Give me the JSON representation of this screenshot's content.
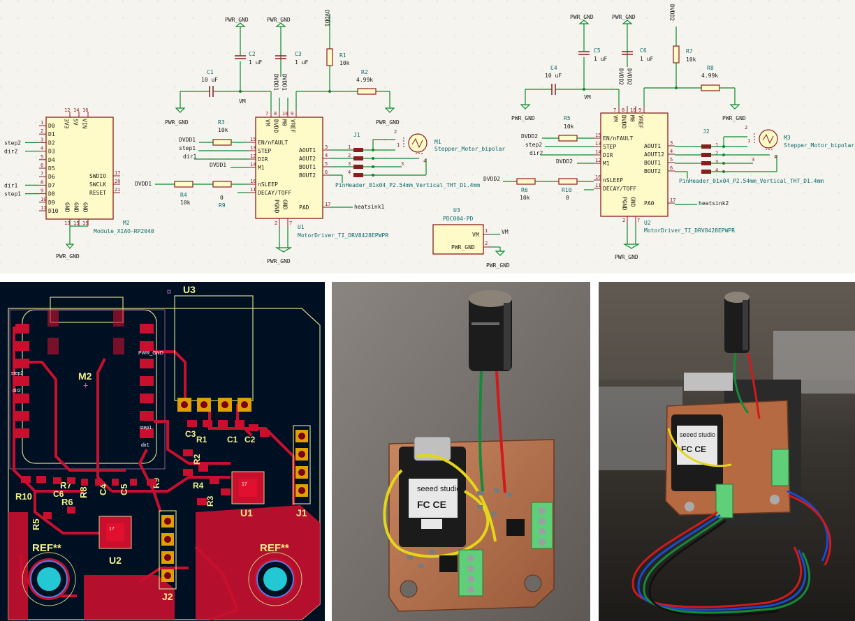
{
  "schematic": {
    "power": {
      "gnd": "PWR_GND",
      "dvdd1": "DVDD1",
      "dvdd2": "DVDD2",
      "vm": "VM"
    },
    "xiao": {
      "ref": "M2",
      "value": "Module_XIAO-RP2040",
      "left_pins": [
        {
          "num": "1",
          "name": "D0",
          "net": ""
        },
        {
          "num": "2",
          "name": "D1",
          "net": ""
        },
        {
          "num": "3",
          "name": "D2",
          "net": "step2"
        },
        {
          "num": "4",
          "name": "D3",
          "net": "dir2"
        },
        {
          "num": "5",
          "name": "D4",
          "net": ""
        },
        {
          "num": "6",
          "name": "D5",
          "net": ""
        },
        {
          "num": "7",
          "name": "D6",
          "net": ""
        },
        {
          "num": "8",
          "name": "D7",
          "net": "dir1"
        },
        {
          "num": "9",
          "name": "D8",
          "net": "step1"
        },
        {
          "num": "10",
          "name": "D9",
          "net": ""
        },
        {
          "num": "11",
          "name": "D10",
          "net": ""
        }
      ],
      "top_pins": [
        {
          "num": "12",
          "name": "3V3"
        },
        {
          "num": "14",
          "name": "5V"
        },
        {
          "num": "16",
          "name": "VIN"
        }
      ],
      "right_pins": [
        {
          "num": "17",
          "name": "SWDIO"
        },
        {
          "num": "20",
          "name": "SWCLK"
        },
        {
          "num": "21",
          "name": "RESET"
        }
      ],
      "bottom_pins": [
        {
          "num": "13",
          "name": "GND"
        },
        {
          "num": "15",
          "name": "GND"
        },
        {
          "num": "19",
          "name": "GND"
        }
      ]
    },
    "driver1": {
      "ref": "U1",
      "value": "MotorDriver_TI_DRV8428EPWPR",
      "left_pins": [
        {
          "num": "15",
          "name": "EN/nFAULT"
        },
        {
          "num": "13",
          "name": "STEP"
        },
        {
          "num": "12",
          "name": "DIR"
        },
        {
          "num": "14",
          "name": "M1"
        },
        {
          "num": "16",
          "name": "nSLEEP"
        },
        {
          "num": "11",
          "name": "DECAY/TOFF"
        }
      ],
      "top_pins": [
        {
          "num": "7",
          "name": "VM"
        },
        {
          "num": "8",
          "name": "DVDD"
        },
        {
          "num": "10",
          "name": "M0"
        },
        {
          "num": "9",
          "name": "VREF"
        }
      ],
      "right_pins": [
        {
          "num": "3",
          "name": "AOUT1"
        },
        {
          "num": "4",
          "name": "AOUT2"
        },
        {
          "num": "5",
          "name": "BOUT1"
        },
        {
          "num": "6",
          "name": "BOUT2"
        },
        {
          "num": "17",
          "name": "PAD"
        }
      ],
      "bottom_pins": [
        {
          "num": "2",
          "name": "PGND"
        },
        {
          "num": "7",
          "name": "GND"
        }
      ],
      "pad_net": "heatsink1",
      "extra_net": "DVDD1",
      "nets": {
        "step": "step1",
        "dir": "dir1",
        "en": "DVDD1",
        "m1": "DVDD1",
        "sleep": "DVDD1",
        "m0": "DVDD1"
      }
    },
    "driver2": {
      "ref": "U2",
      "value": "MotorDriver_TI_DRV8428EPWPR",
      "left_pins": [
        {
          "num": "15",
          "name": "EN/nFAULT"
        },
        {
          "num": "13",
          "name": "STEP"
        },
        {
          "num": "14",
          "name": "DIR"
        },
        {
          "num": "12",
          "name": "M1"
        },
        {
          "num": "16",
          "name": "nSLEEP"
        },
        {
          "num": "11",
          "name": "DECAY/TOFF"
        }
      ],
      "top_pins": [
        {
          "num": "7",
          "name": "VM"
        },
        {
          "num": "8",
          "name": "DVDD"
        },
        {
          "num": "10",
          "name": "M0"
        },
        {
          "num": "9",
          "name": "VREF"
        }
      ],
      "right_pins": [
        {
          "num": "3",
          "name": "AOUT1"
        },
        {
          "num": "4",
          "name": "AOUT12"
        },
        {
          "num": "5",
          "name": "BOUT1"
        },
        {
          "num": "6",
          "name": "BOUT2"
        },
        {
          "num": "17",
          "name": "PA0"
        }
      ],
      "bottom_pins": [
        {
          "num": "2",
          "name": "PGND"
        },
        {
          "num": "7",
          "name": "GND"
        }
      ],
      "pad_net": "heatsink2",
      "nets": {
        "step": "step2",
        "dir": "dir2",
        "en": "DVDD2",
        "m1": "DVDD2",
        "sleep": "DVDD2",
        "m0": "DVDD2"
      }
    },
    "caps": [
      {
        "ref": "C1",
        "value": "10 uF"
      },
      {
        "ref": "C2",
        "value": "1 uF"
      },
      {
        "ref": "C3",
        "value": "1 uF"
      },
      {
        "ref": "C4",
        "value": "10 uF"
      },
      {
        "ref": "C5",
        "value": "1 uF"
      },
      {
        "ref": "C6",
        "value": "1 uF"
      }
    ],
    "resistors": [
      {
        "ref": "R1",
        "value": "10k"
      },
      {
        "ref": "R2",
        "value": "4.99k"
      },
      {
        "ref": "R3",
        "value": "10k"
      },
      {
        "ref": "R4",
        "value": "10k"
      },
      {
        "ref": "R9",
        "value": "0"
      },
      {
        "ref": "R5",
        "value": "10k"
      },
      {
        "ref": "R6",
        "value": "10k"
      },
      {
        "ref": "R7",
        "value": "10k"
      },
      {
        "ref": "R8",
        "value": "4.99k"
      },
      {
        "ref": "R10",
        "value": "0"
      }
    ],
    "connectors": [
      {
        "ref": "J1",
        "value": "PinHeader_01x04_P2.54mm_Vertical_THT_D1.4mm",
        "pins": [
          "1",
          "2",
          "3",
          "4"
        ]
      },
      {
        "ref": "J2",
        "value": "PinHeader_01x04_P2.54mm_Vertical_THT_D1.4mm",
        "pins": [
          "1",
          "2",
          "3",
          "4"
        ]
      }
    ],
    "motors": [
      {
        "ref": "M1",
        "value": "Stepper_Motor_bipolar"
      },
      {
        "ref": "M3",
        "value": "Stepper_Motor_bipolar"
      }
    ],
    "pd": {
      "ref": "U3",
      "value": "PDC004-PD",
      "pin1": "VM",
      "pin2": "PWR_GND",
      "num1": "1",
      "num2": "2"
    },
    "motor_pin_nums": [
      "1",
      "2",
      "3",
      "4"
    ]
  },
  "pcb": {
    "labels": {
      "u3": "U3",
      "m2": "M2",
      "u1": "U1",
      "u2": "U2",
      "j1": "J1",
      "j2": "J2",
      "ref1": "REF**",
      "ref2": "REF**",
      "r1": "R1",
      "c1": "C1",
      "c2": "C2",
      "r2": "R2",
      "r3": "R3",
      "r4": "R4",
      "r5": "R5",
      "r6": "R6",
      "r7": "R7",
      "r8": "R8",
      "r9": "R9",
      "r10": "R10",
      "c3": "C3",
      "c4": "C4",
      "c5": "C5",
      "c6": "C6"
    },
    "pad_labels": {
      "step2": "step2",
      "dir2": "dir2",
      "pwr_gnd": "PWR_GND",
      "step1": "step1",
      "dir1": "dir1",
      "u1_pin": "17",
      "u2_pin": "17"
    },
    "colors": {
      "bg": "#001023",
      "copper": "#c8102e",
      "silk": "#f3f08a",
      "outline": "#d8d28a",
      "hole": "#24c7d4"
    }
  },
  "photo1": {
    "xiao_brand": "seeed studio",
    "fcc": "FC CE"
  },
  "photo2": {
    "xiao_brand": "seeed studio",
    "fcc": "FC CE"
  }
}
